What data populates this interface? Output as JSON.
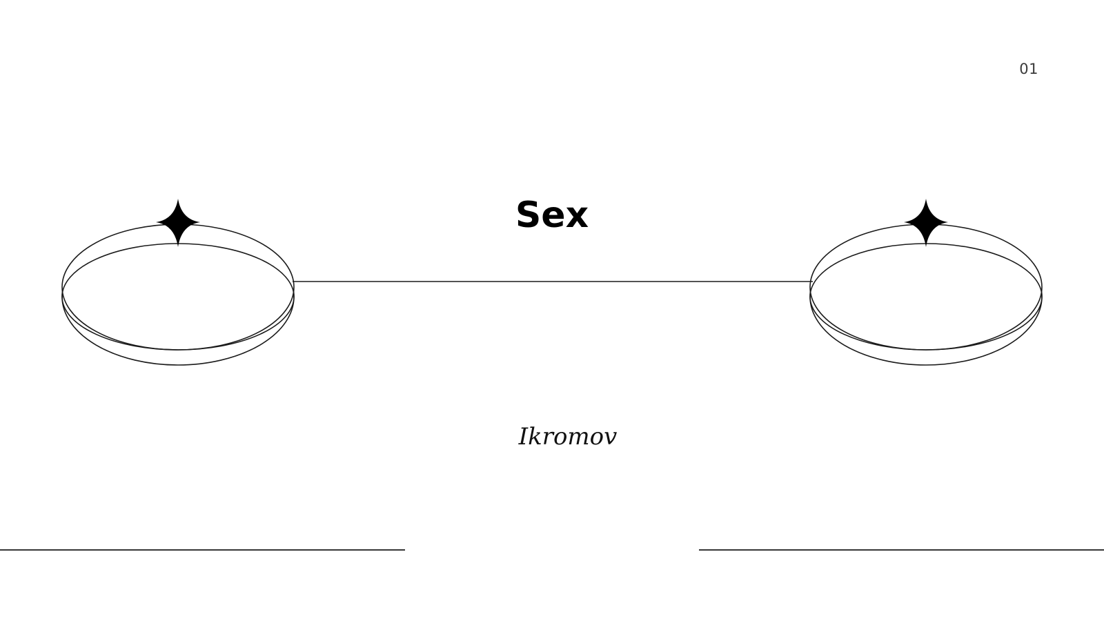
{
  "slide": {
    "page_number": "01",
    "title": "Sex",
    "subtitle": "Ikromov"
  },
  "decor": {
    "left_ornament_icon": "ring-with-four-point-star-icon",
    "right_ornament_icon": "ring-with-four-point-star-icon",
    "line_color": "#1a1a1a",
    "star_color": "#000000"
  }
}
